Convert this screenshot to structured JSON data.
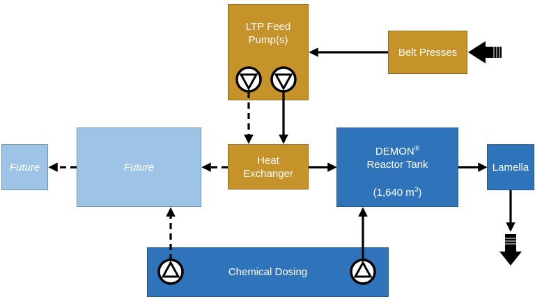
{
  "nodes": {
    "ltp_feed_pumps": {
      "line1": "LTP Feed",
      "line2": "Pump(s)"
    },
    "belt_presses": {
      "label": "Belt Presses"
    },
    "future_small": {
      "label": "Future"
    },
    "future_large": {
      "label": "Future"
    },
    "heat_exchanger": {
      "line1": "Heat",
      "line2": "Exchanger"
    },
    "demon_reactor": {
      "line1": "DEMON",
      "registered": "®",
      "line2": "Reactor Tank",
      "volume": "(1,640 m",
      "volume_exp": "3",
      "volume_close": ")"
    },
    "lamella": {
      "label": "Lamella"
    },
    "chemical_dosing": {
      "label": "Chemical Dosing"
    }
  },
  "colors": {
    "gold": "#c6932a",
    "blue": "#2f74ba",
    "light_blue": "#9dc3e6",
    "arrow": "#000000"
  }
}
